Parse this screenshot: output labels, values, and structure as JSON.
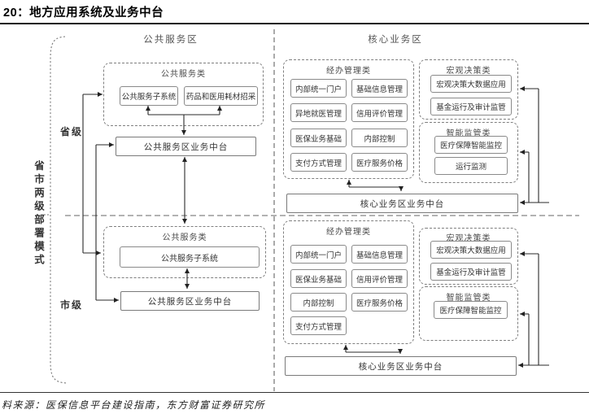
{
  "figure": {
    "title": "20：地方应用系统及业务中台",
    "source": "料来源：医保信息平台建设指南，东方财富证券研究所"
  },
  "zones": {
    "public_header": "公共服务区",
    "core_header": "核心业务区"
  },
  "labels": {
    "deployment": "省市两级部署模式",
    "province": "省级",
    "city": "市级"
  },
  "province": {
    "service_class_title": "公共服务类",
    "service_sub": "公共服务子系统",
    "service_procure": "药品和医用耗材招采",
    "service_mid": "公共服务区业务中台",
    "handle_title": "经办管理类",
    "handle_items": [
      "内部统一门户",
      "基础信息管理",
      "异地就医管理",
      "信用评价管理",
      "医保业务基础",
      "内部控制",
      "支付方式管理",
      "医疗服务价格"
    ],
    "macro_title": "宏观决策类",
    "macro_items": [
      "宏观决策大数据应用",
      "基金运行及审计监管"
    ],
    "smart_title": "智能监管类",
    "smart_items": [
      "医疗保障智能监控",
      "运行监测"
    ],
    "core_mid": "核心业务区业务中台"
  },
  "city": {
    "service_class_title": "公共服务类",
    "service_sub": "公共服务子系统",
    "service_mid": "公共服务区业务中台",
    "handle_title": "经办管理类",
    "handle_items": [
      "内部统一门户",
      "基础信息管理",
      "医保业务基础",
      "信用评价管理",
      "内部控制",
      "医疗服务价格",
      "支付方式管理"
    ],
    "macro_title": "宏观决策类",
    "macro_items": [
      "宏观决策大数据应用",
      "基金运行及审计监管"
    ],
    "smart_title": "智能监管类",
    "smart_items": [
      "医疗保障智能监控"
    ],
    "core_mid": "核心业务区业务中台"
  },
  "colors": {
    "line": "#2a2a2a",
    "dashed_border": "#7f7f7f",
    "box_border": "#8a8a8a"
  }
}
